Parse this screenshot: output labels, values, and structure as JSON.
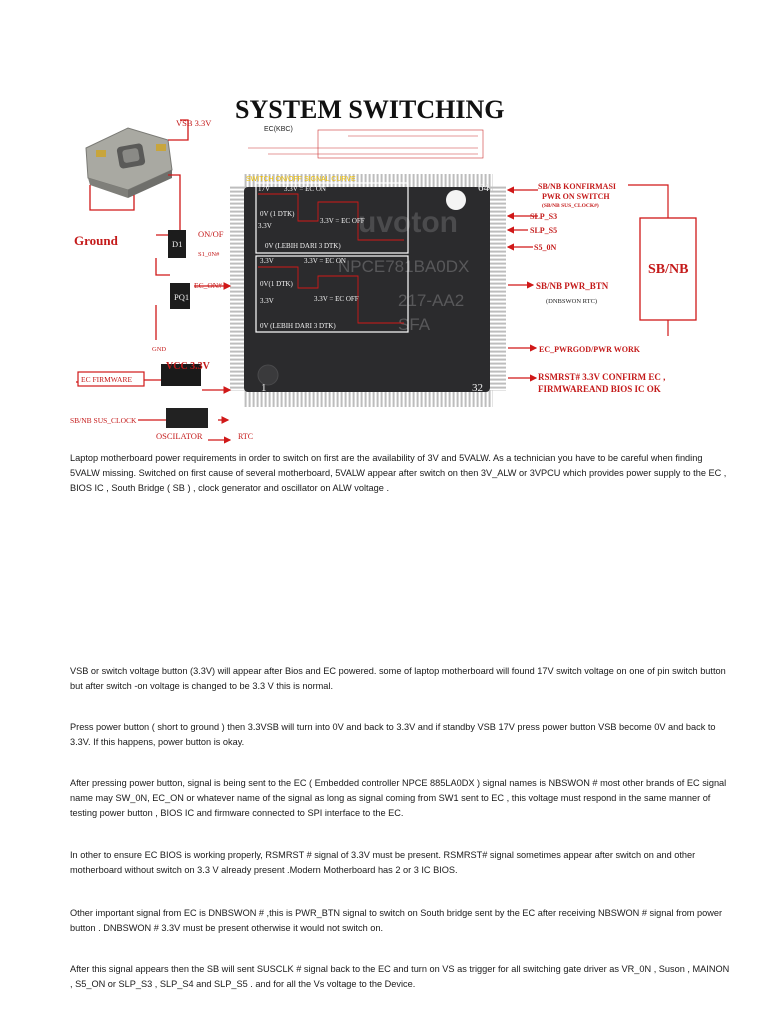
{
  "figure": {
    "title": "SYSTEM SWITCHING",
    "ec_kbc": "EC(KBC)",
    "vsb_label": "VSB 3.3V",
    "ground_label": "Ground",
    "d1_label": "D1",
    "on_off_label": "ON/OF",
    "s1_on_label": "S1_0N#",
    "ec_on_label": "EC_ON#",
    "pq_label": "PQ1",
    "gnd_label": "GND",
    "vcc_label": "VCC 3.3V",
    "ec_firmware_label": "EC FIRMWARE",
    "sus_clock_label": "SB/NB SUS_CLOCK",
    "oscilator_label": "OSCILATOR",
    "rtc_label": "RTC",
    "signal_curve_title": "SWITCH ON/OFF SIGNAL CURVE",
    "curve1": {
      "v17": "17V",
      "ec_on": "3.3V = EC ON",
      "v33": "3.3V",
      "zero_dtk": "0V (1 DTK)",
      "ec_off": "3.3V = EC OFF",
      "zero_long": "0V (LEBIH DARI 3 DTK)"
    },
    "curve2": {
      "v33a": "3.3V",
      "ec_on": "3.3V = EC ON",
      "zero_dtk": "0V(1 DTK)",
      "v33b": "3.3V",
      "ec_off": "3.3V = EC OFF",
      "zero_long": "0V (LEBIH DARI 3 DTK)"
    },
    "chip_marking_1": "uvoton",
    "chip_marking_2": "NPCE781BA0DX",
    "chip_marking_3": "217-AA2",
    "chip_marking_4": "SFA",
    "pin_64": "64",
    "pin_1": "1",
    "pin_32": "32",
    "sb_nb_konf": "SB/NB KONFIRMASI",
    "pwr_on_switch": "PWR ON SWITCH",
    "sus_clock_small": "(SB/NB SUS_CLOCK#)",
    "slp_s3": "SLP_S3",
    "slp_s5": "SLP_S5",
    "s5_on": "S5_0N",
    "sb_nb_box": "SB/NB",
    "pwr_btn": "SB/NB PWR_BTN",
    "dnbswon": "(DNBSWON RTC)",
    "ec_pwrgod": "EC_PWRGOD/PWR WORK",
    "rsmrst": "RSMRST# 3.3V CONFIRM EC ,",
    "firmware_ok": "FIRMWAREAND BIOS IC OK"
  },
  "paragraphs": [
    "Laptop motherboard power requirements in order to switch on first are the availability of 3V and 5VALW. As a technician you have to be careful when finding 5VALW missing. Switched on first cause of several motherboard, 5VALW appear after switch on then 3V_ALW or 3VPCU which provides power supply to the EC , BIOS IC , South Bridge ( SB ) , clock generator and oscillator on ALW voltage .",
    "VSB or switch voltage button (3.3V) will appear after Bios and EC powered. some of laptop motherboard will found 17V switch voltage on one of pin switch button but after switch -on voltage is changed to be 3.3 V this is normal.",
    "Press power button ( short to ground ) then 3.3VSB will turn into 0V and back to 3.3V and if standby VSB 17V press power button VSB become 0V and back to 3.3V. If this happens, power button is okay.",
    "After pressing power button, signal is  being sent to the EC ( Embedded controller NPCE 885LA0DX ) signal names is NBSWON # most other brands of EC signal name may SW_0N, EC_ON or whatever name of the signal as long as signal coming from SW1 sent to EC , this voltage must respond in the same manner of testing power button , BIOS IC and firmware connected to SPI interface to the EC.",
    "In other to ensure EC BIOS is working properly, RSMRST # signal  of 3.3V must be present. RSMRST# signal sometimes appear after switch on and other motherboard without switch on 3.3 V already present .Modern Motherboard has 2 or 3 IC BIOS.",
    "Other important signal from EC is DNBSWON # ,this is PWR_BTN signal to switch on South bridge sent by the EC after receiving NBSWON # signal from power button . DNBSWON # 3.3V must be present otherwise it would not switch on.",
    "After this signal appears then the SB will sent SUSCLK # signal back to the EC and turn on VS as trigger for all switching gate driver as VR_0N , Suson , MAINON , S5_ON or SLP_S3 , SLP_S4 and SLP_S5 . and for all the Vs voltage to the Device."
  ],
  "colors": {
    "red": "#d01818",
    "chip": "#2b2b2d",
    "pin": "#b9b9b9"
  }
}
